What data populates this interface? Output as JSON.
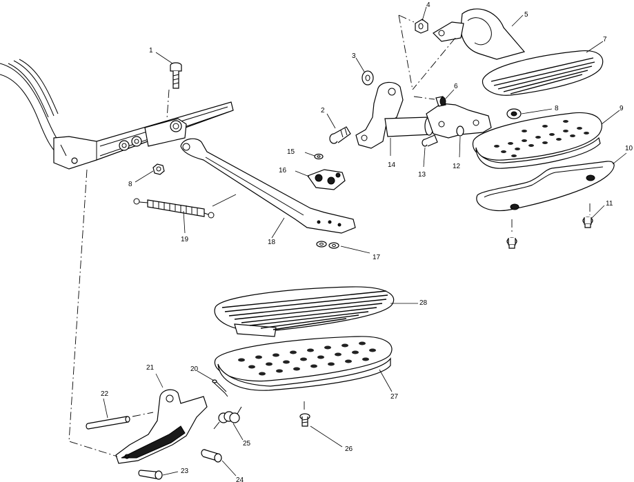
{
  "callouts": [
    {
      "id": "c1",
      "label": "1"
    },
    {
      "id": "c2",
      "label": "2"
    },
    {
      "id": "c3",
      "label": "3"
    },
    {
      "id": "c4",
      "label": "4"
    },
    {
      "id": "c5",
      "label": "5"
    },
    {
      "id": "c6",
      "label": "6"
    },
    {
      "id": "c7",
      "label": "7"
    },
    {
      "id": "c8a",
      "label": "8"
    },
    {
      "id": "c8b",
      "label": "8"
    },
    {
      "id": "c9",
      "label": "9"
    },
    {
      "id": "c10",
      "label": "10"
    },
    {
      "id": "c11",
      "label": "11"
    },
    {
      "id": "c12",
      "label": "12"
    },
    {
      "id": "c13",
      "label": "13"
    },
    {
      "id": "c14",
      "label": "14"
    },
    {
      "id": "c15",
      "label": "15"
    },
    {
      "id": "c16",
      "label": "16"
    },
    {
      "id": "c17",
      "label": "17"
    },
    {
      "id": "c18",
      "label": "18"
    },
    {
      "id": "c19",
      "label": "19"
    },
    {
      "id": "c20",
      "label": "20"
    },
    {
      "id": "c21",
      "label": "21"
    },
    {
      "id": "c22",
      "label": "22"
    },
    {
      "id": "c23",
      "label": "23"
    },
    {
      "id": "c24",
      "label": "24"
    },
    {
      "id": "c25",
      "label": "25"
    },
    {
      "id": "c26",
      "label": "26"
    },
    {
      "id": "c27",
      "label": "27"
    },
    {
      "id": "c28",
      "label": "28"
    }
  ]
}
